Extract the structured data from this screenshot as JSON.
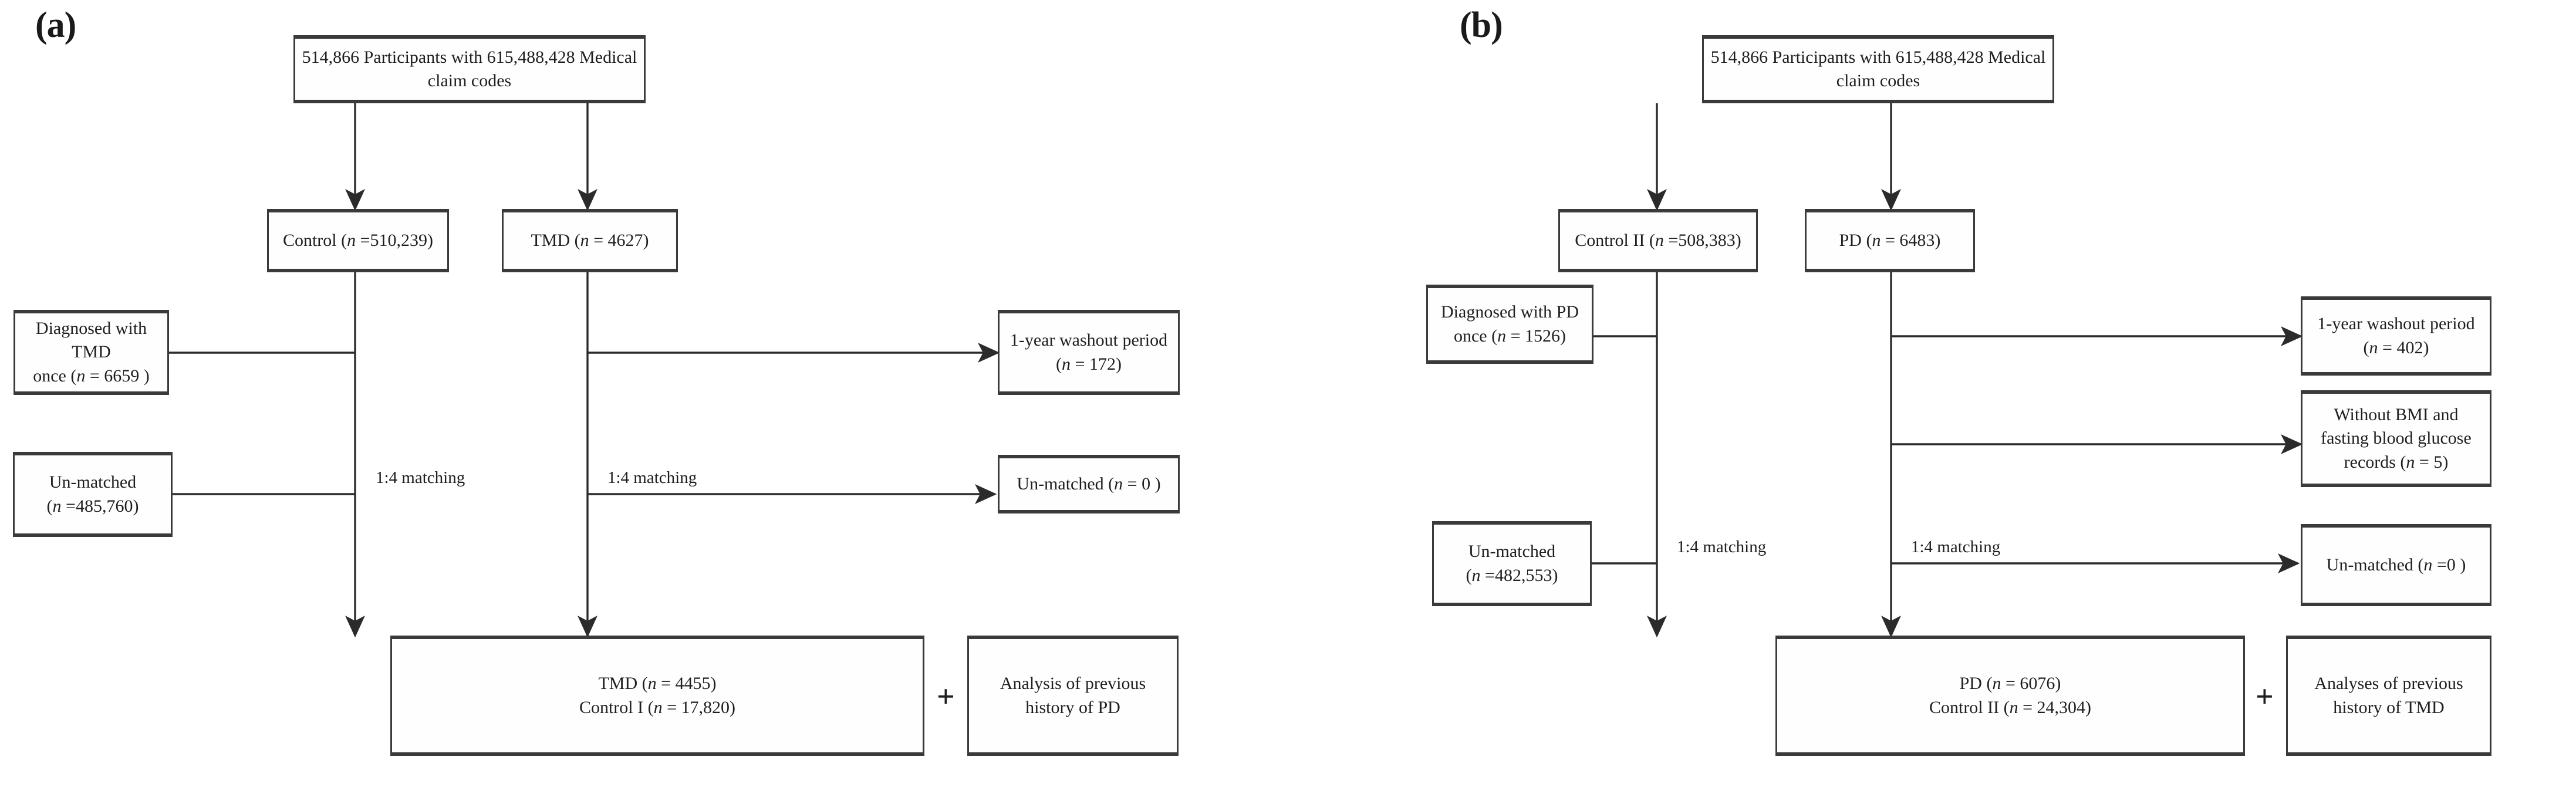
{
  "figure": {
    "type": "flowchart",
    "panels": [
      {
        "id": "a",
        "label": "(a)",
        "nodes": {
          "source": "514,866 Participants with 615,488,428 Medical claim codes",
          "control": "Control (n =510,239)",
          "control_plain": "Control (",
          "exposed": "TMD (n = 4627)",
          "excl_left_l1": "Diagnosed with TMD",
          "excl_left_l2": "once (n = 6659 )",
          "excl_right_l1": "1-year washout period",
          "excl_right_l2": "(n = 172)",
          "unmatched_left_l1": "Un-matched",
          "unmatched_left_l2": "(n =485,760)",
          "unmatched_right": "Un-matched (n = 0 )",
          "final_l1": "TMD (n = 4455)",
          "final_l2": "Control I (n = 17,820)",
          "analysis_l1": "Analysis of previous",
          "analysis_l2": "history of PD",
          "plus": "+"
        },
        "edge_labels": {
          "match_left": "1:4 matching",
          "match_right": "1:4 matching"
        }
      },
      {
        "id": "b",
        "label": "(b)",
        "nodes": {
          "source": "514,866 Participants with 615,488,428 Medical claim codes",
          "control": "Control II (n =508,383)",
          "exposed": "PD (n = 6483)",
          "excl_left_l1": "Diagnosed with PD",
          "excl_left_l2": "once (n = 1526)",
          "excl_right_l1": "1-year washout period",
          "excl_right_l2": "(n = 402)",
          "excl_bmi_l1": "Without BMI and",
          "excl_bmi_l2": "fasting blood glucose",
          "excl_bmi_l3": "records (n = 5)",
          "unmatched_left_l1": "Un-matched",
          "unmatched_left_l2": "(n =482,553)",
          "unmatched_right": "Un-matched (n =0 )",
          "final_l1": "PD (n = 6076)",
          "final_l2": "Control II (n = 24,304)",
          "analysis_l1": "Analyses of previous",
          "analysis_l2": "history of TMD",
          "plus": "+"
        },
        "edge_labels": {
          "match_left": "1:4 matching",
          "match_right": "1:4 matching"
        }
      }
    ],
    "colors": {
      "box_border": "#3a3a3a",
      "text": "#1f1f1f",
      "background": "#ffffff",
      "arrow": "#2b2b2b"
    }
  }
}
